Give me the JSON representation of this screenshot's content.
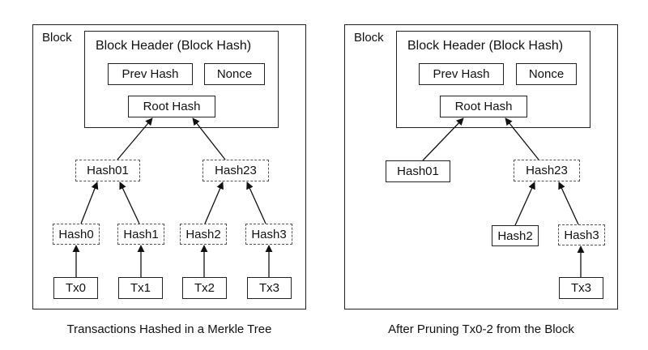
{
  "left": {
    "block_label": "Block",
    "header_label": "Block Header (Block Hash)",
    "prev_hash": "Prev Hash",
    "nonce": "Nonce",
    "root_hash": "Root Hash",
    "hash01": "Hash01",
    "hash23": "Hash23",
    "hash0": "Hash0",
    "hash1": "Hash1",
    "hash2": "Hash2",
    "hash3": "Hash3",
    "tx0": "Tx0",
    "tx1": "Tx1",
    "tx2": "Tx2",
    "tx3": "Tx3",
    "caption": "Transactions Hashed in a Merkle Tree"
  },
  "right": {
    "block_label": "Block",
    "header_label": "Block Header (Block Hash)",
    "prev_hash": "Prev Hash",
    "nonce": "Nonce",
    "root_hash": "Root Hash",
    "hash01": "Hash01",
    "hash23": "Hash23",
    "hash2": "Hash2",
    "hash3": "Hash3",
    "tx3": "Tx3",
    "caption": "After Pruning Tx0-2 from the Block"
  }
}
